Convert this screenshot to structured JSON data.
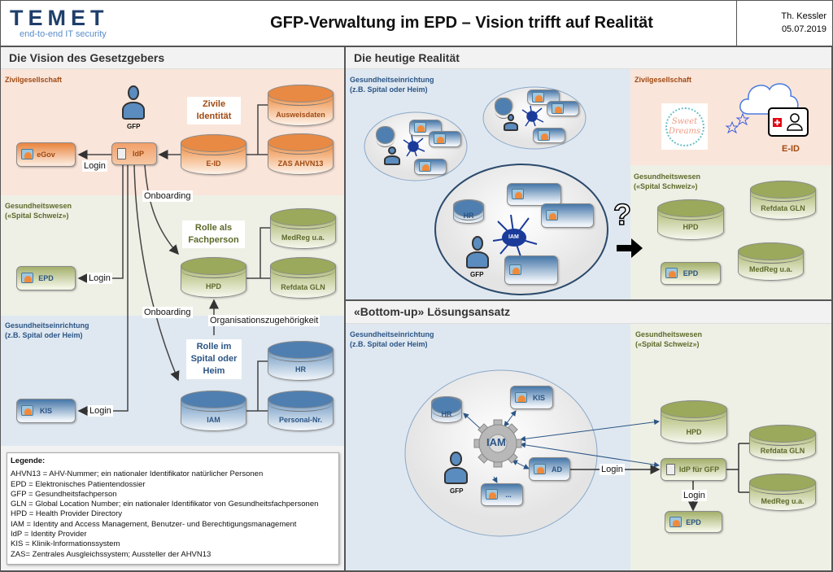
{
  "header": {
    "logo_text": "TEMET",
    "logo_tagline": "end-to-end IT security",
    "title": "GFP-Verwaltung im EPD – Vision trifft auf Realität",
    "author": "Th. Kessler",
    "date": "05.07.2019"
  },
  "vision": {
    "title": "Die Vision des Gesetzgebers",
    "band_civil": "Zivilgesellschaft",
    "band_health": "Gesundheitswesen\n(«Spital Schweiz»)",
    "band_facility": "Gesundheitseinrichtung\n(z.B. Spital oder Heim)",
    "gfp": "GFP",
    "egov": "eGov",
    "idp": "IdP",
    "epd": "EPD",
    "kis": "KIS",
    "zivile_identitaet": "Zivile\nIdentität",
    "e_id": "E-ID",
    "ausweisdaten": "Ausweisdaten",
    "zas": "ZAS AHVN13",
    "rolle_fachperson": "Rolle als\nFachperson",
    "medreg": "MedReg u.a.",
    "hpd": "HPD",
    "refdata": "Refdata GLN",
    "rolle_spital": "Rolle im\nSpital oder\nHeim",
    "hr": "HR",
    "iam": "IAM",
    "personal": "Personal-Nr.",
    "login": "Login",
    "onboarding": "Onboarding",
    "org": "Organisationszugehörigkeit"
  },
  "legend": {
    "title": "Legende:",
    "items": [
      "AHVN13 = AHV-Nummer; ein nationaler Identifikator natürlicher Personen",
      "EPD = Elektronisches Patientendossier",
      "GFP = Gesundheitsfachperson",
      "GLN = Global Location Number; ein nationaler Identifikator von Gesundheitsfachpersonen",
      "HPD = Health Provider Directory",
      "IAM = Identity and Access Management, Benutzer- und Berechtigungsmanagement",
      "IdP = Identity Provider",
      "KIS = Klinik-Informationssystem",
      "ZAS= Zentrales Ausgleichssystem; Aussteller der AHVN13"
    ]
  },
  "reality": {
    "title": "Die heutige Realität",
    "band_facility": "Gesundheitseinrichtung\n(z.B. Spital oder Heim)",
    "band_civil": "Zivilgesellschaft",
    "band_health": "Gesundheitswesen\n(«Spital Schweiz»)",
    "hr": "HR",
    "iam": "IAM",
    "gfp": "GFP",
    "question": "?",
    "sweet_dreams": "Sweet Dreams",
    "e_id": "E-ID",
    "hpd": "HPD",
    "refdata": "Refdata GLN",
    "medreg": "MedReg u.a.",
    "epd": "EPD"
  },
  "bottomup": {
    "title": "«Bottom-up» Lösungsansatz",
    "band_facility": "Gesundheitseinrichtung\n(z.B. Spital oder Heim)",
    "band_health": "Gesundheitswesen\n(«Spital Schweiz»)",
    "hr": "HR",
    "kis": "KIS",
    "iam": "IAM",
    "gfp": "GFP",
    "ad": "AD",
    "more": "...",
    "hpd": "HPD",
    "idp": "IdP für GFP",
    "refdata": "Refdata GLN",
    "medreg": "MedReg u.a.",
    "epd": "EPD",
    "login": "Login"
  },
  "colors": {
    "civil": "#fae5da",
    "health": "#eef0e5",
    "facility": "#dfe8f1",
    "logo": "#1f3f6b"
  }
}
